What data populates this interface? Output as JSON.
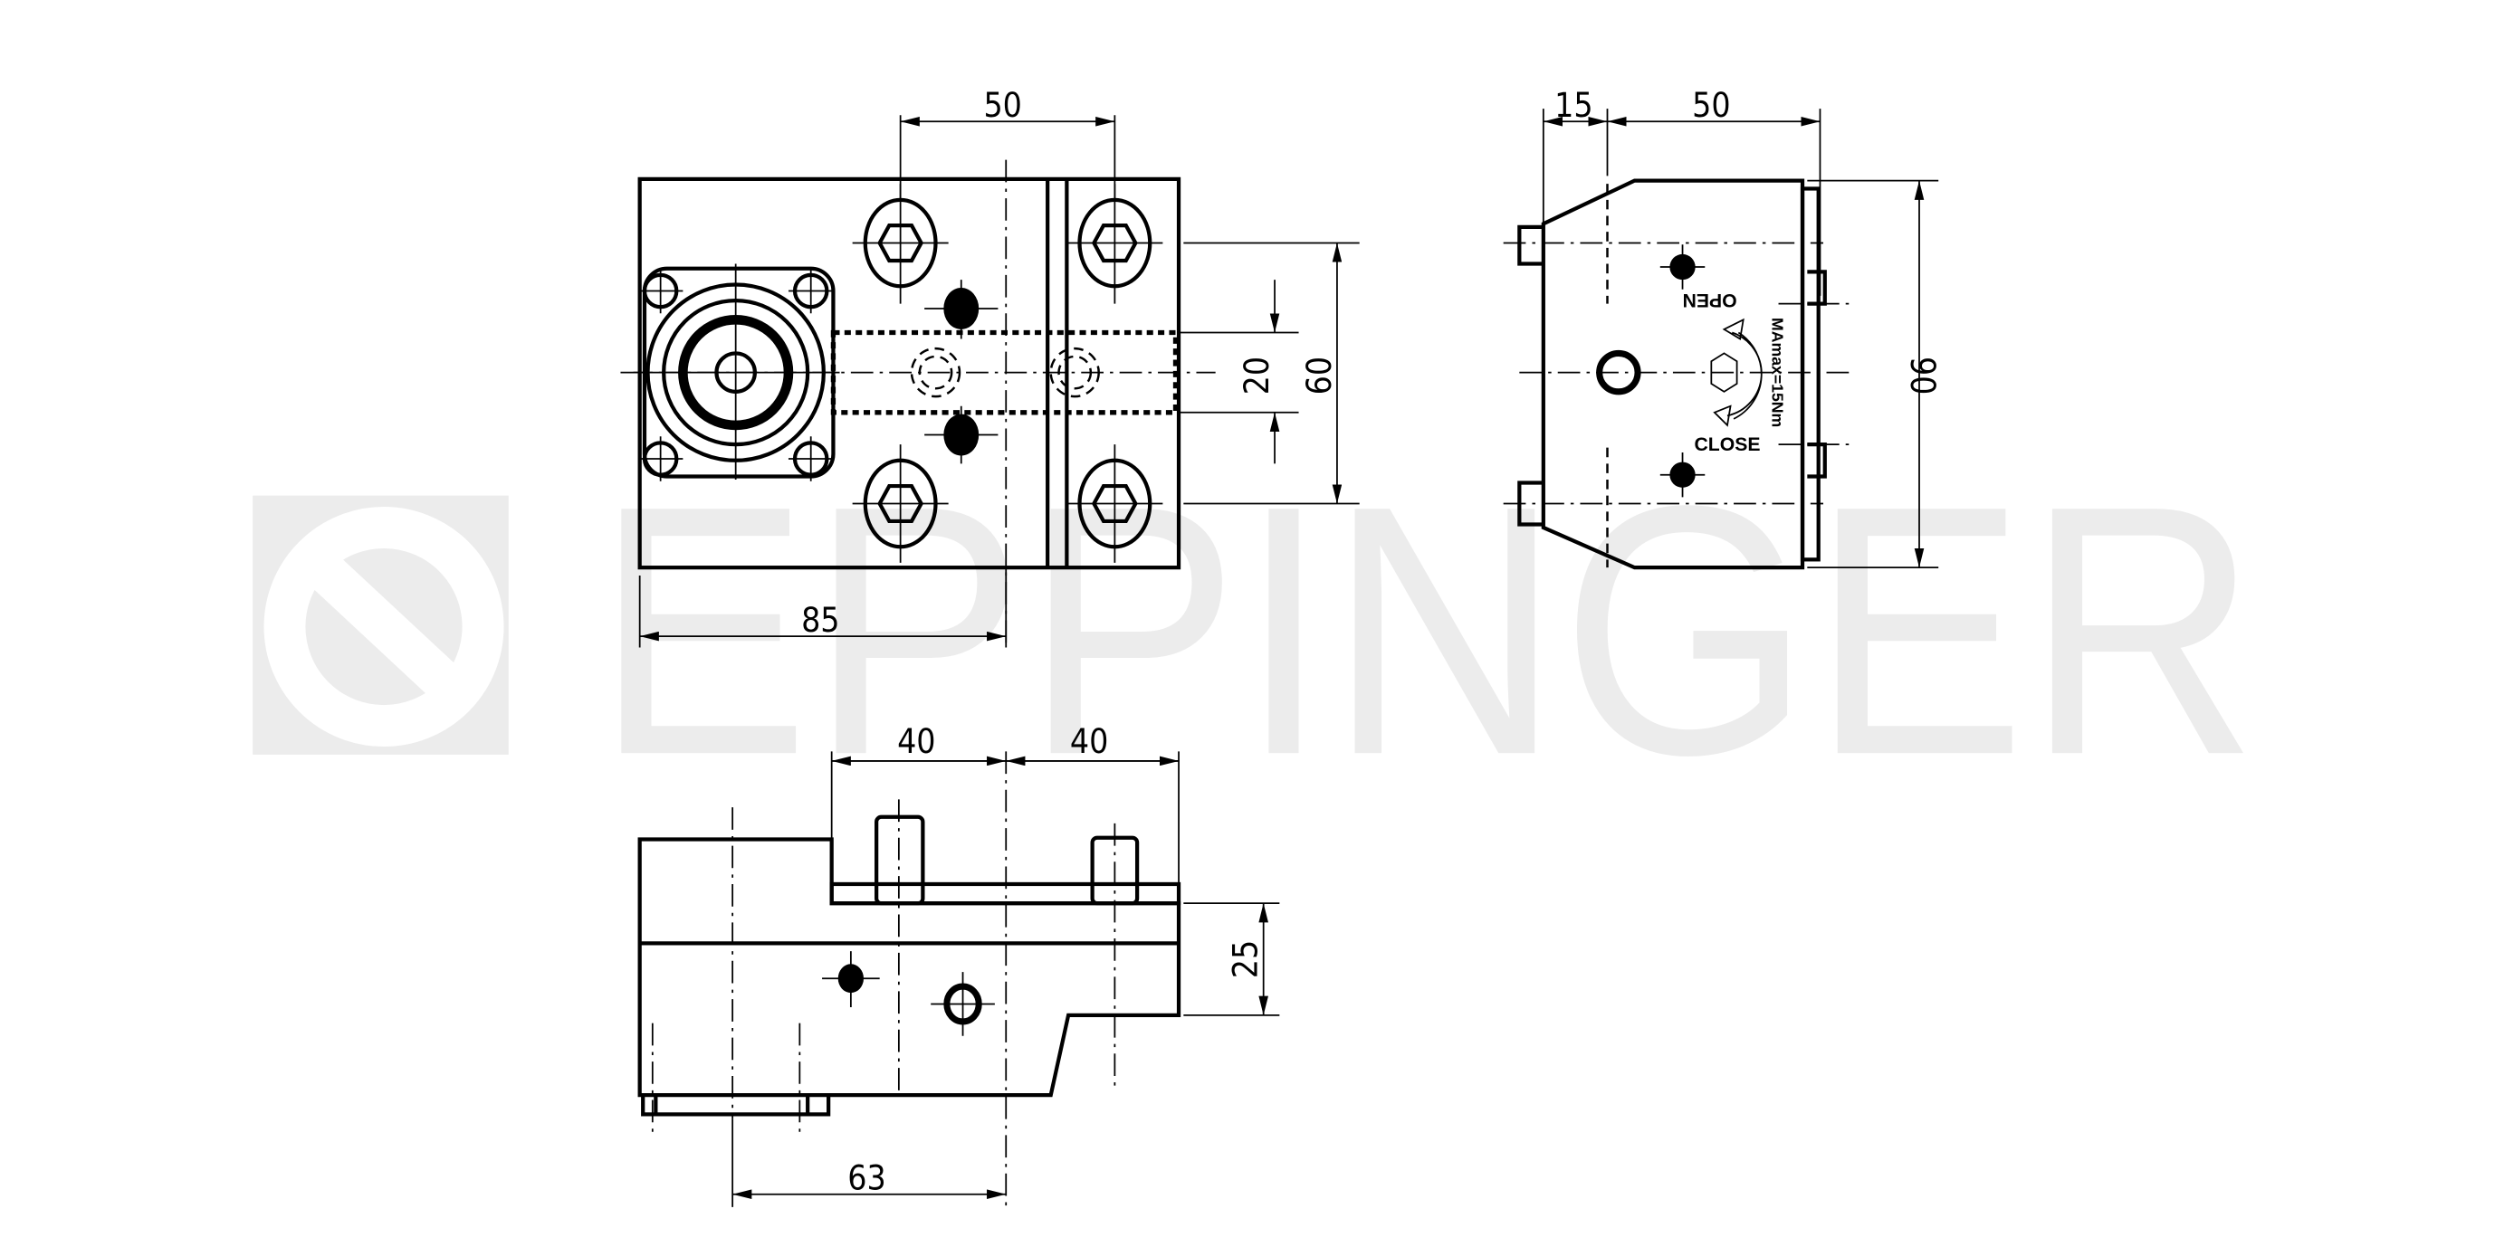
{
  "watermark": {
    "text": "EPPINGER",
    "color": "#ececec"
  },
  "front_view": {
    "dim_top": "50",
    "dim_bottom": "85",
    "dim_inner": "20",
    "dim_outer": "60"
  },
  "side_view": {
    "dim_left": "15",
    "dim_top": "50",
    "dim_height": "90",
    "label_open": "OPEN",
    "label_close": "CLOSE",
    "label_torque": "MAmax=15Nm"
  },
  "bottom_view": {
    "dim_left": "40",
    "dim_right": "40",
    "dim_height": "25",
    "dim_bottom": "63"
  }
}
